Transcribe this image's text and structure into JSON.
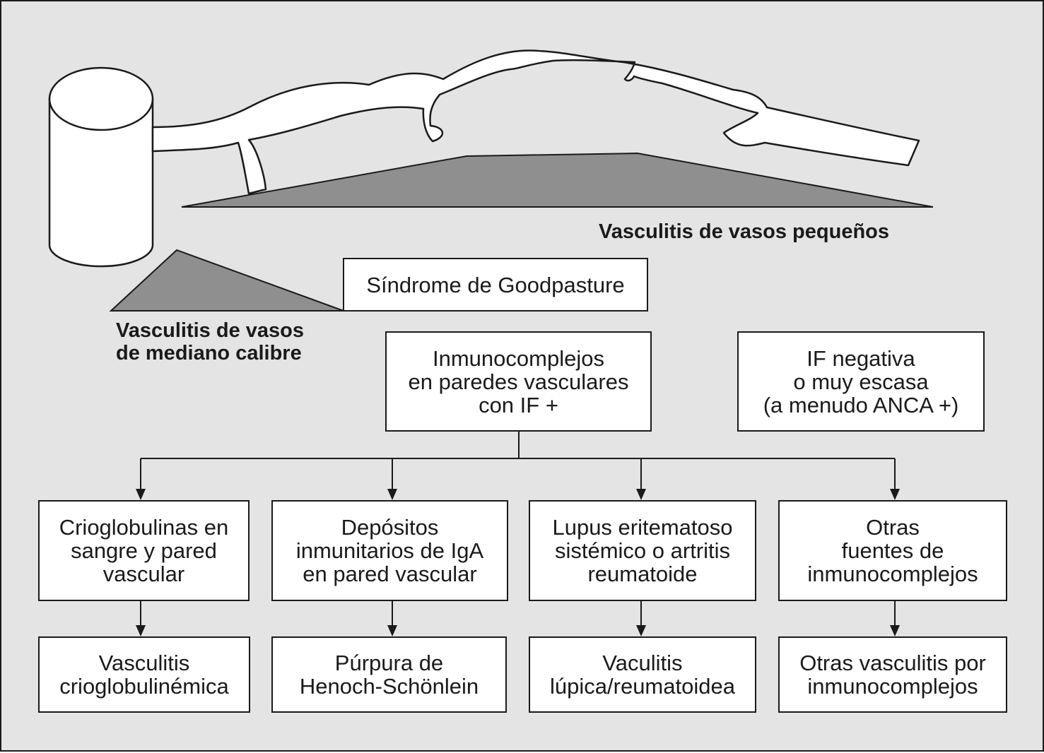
{
  "diagram": {
    "labels": {
      "small_vessel": "Vasculitis de vasos pequeños",
      "medium_vessel": "Vasculitis de vasos\nde mediano calibre"
    },
    "boxes": {
      "goodpasture": "Síndrome de Goodpasture",
      "immune_complexes": "Inmunocomplejos\nen paredes vasculares\ncon IF +",
      "if_negative": "IF negativa\no muy escasa\n(a menudo ANCA +)",
      "cryoglobulins": "Crioglobulinas en\nsangre y pared\nvascular",
      "iga_deposits": "Depósitos\ninmunitarios de IgA\nen pared vascular",
      "lupus_ra": "Lupus eritematoso\nsistémico o artritis\nreumatoide",
      "other_sources": "Otras\nfuentes de\ninmunocomplejos",
      "cryoglobulinemic_vasculitis": "Vasculitis\ncrioglobulinémica",
      "henoch_schonlein": "Púrpura de\nHenoch-Schönlein",
      "lupus_rheumatoid_vasculitis": "Vaculitis\nlúpica/reumatoidea",
      "other_immune_complex_vasculitis": "Otras vasculitis por\ninmunocomplejos"
    }
  }
}
